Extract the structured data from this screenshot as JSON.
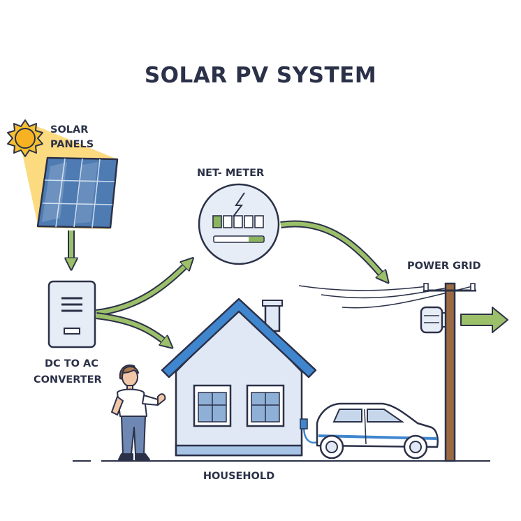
{
  "title": "SOLAR PV SYSTEM",
  "labels": {
    "solar_panels_1": "SOLAR",
    "solar_panels_2": "PANELS",
    "net_meter": "NET- METER",
    "power_grid": "POWER GRID",
    "converter_1": "DC TO AC",
    "converter_2": "CONVERTER",
    "household": "HOUSEHOLD"
  },
  "icons": [
    "sun-icon",
    "solar-panel-icon",
    "converter-icon",
    "net-meter-icon",
    "house-icon",
    "person-icon",
    "electric-car-icon",
    "utility-pole-icon"
  ],
  "colors": {
    "outline": "#2b3148",
    "arrow_green": "#9cbf6a",
    "sun_yellow": "#f6c02f",
    "panel_blue": "#4d7bb2",
    "roof_blue": "#3f86cf",
    "house_wall": "#dfe8f4",
    "pole_brown": "#9b6a43"
  }
}
